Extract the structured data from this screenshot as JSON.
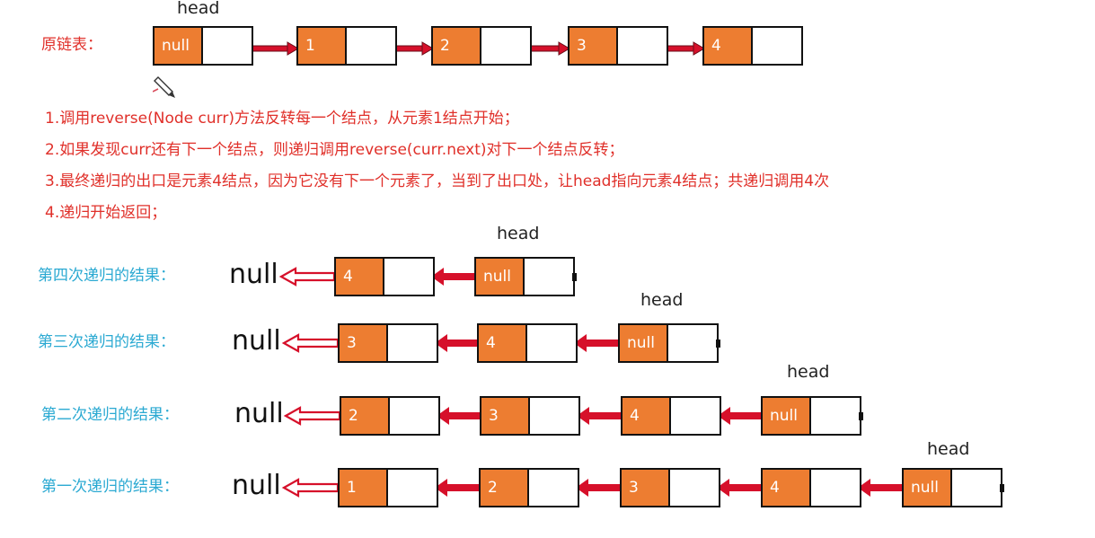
{
  "colors": {
    "node_fill": "#ed7d31",
    "arrow_red": "#d6102a",
    "label_red": "#e0302a",
    "label_blue": "#2aa9d2"
  },
  "top": {
    "head_label": "head",
    "original_label": "原链表：",
    "nodes": [
      "null",
      "1",
      "2",
      "3",
      "4"
    ]
  },
  "steps": [
    "1.调用reverse(Node curr)方法反转每一个结点，从元素1结点开始；",
    "2.如果发现curr还有下一个结点，则递归调用reverse(curr.next)对下一个结点反转；",
    "3.最终递归的出口是元素4结点，因为它没有下一个元素了，当到了出口处，让head指向元素4结点；共递归调用4次",
    "4.递归开始返回；"
  ],
  "rows": [
    {
      "label": "第四次递归的结果：",
      "null_text": "null",
      "nodes": [
        "4",
        "null"
      ],
      "head_label": "head"
    },
    {
      "label": "第三次递归的结果：",
      "null_text": "null",
      "nodes": [
        "3",
        "4",
        "null"
      ],
      "head_label": "head"
    },
    {
      "label": "第二次递归的结果：",
      "null_text": "null",
      "nodes": [
        "2",
        "3",
        "4",
        "null"
      ],
      "head_label": "head"
    },
    {
      "label": "第一次递归的结果：",
      "null_text": "null",
      "nodes": [
        "1",
        "2",
        "3",
        "4",
        "null"
      ],
      "head_label": "head"
    }
  ]
}
